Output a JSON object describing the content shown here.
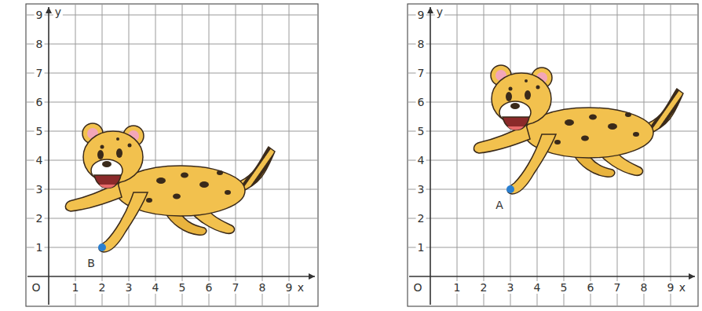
{
  "diagram": {
    "labels": [
      "y",
      "9",
      "8",
      "7",
      "6",
      "5",
      "4",
      "3",
      "2",
      "1",
      "O",
      "1",
      "2",
      "3",
      "4",
      "5",
      "6",
      "7",
      "8",
      "9",
      "x",
      "B",
      "y",
      "9",
      "8",
      "7",
      "6",
      "5",
      "4",
      "3",
      "2",
      "1",
      "O",
      "1",
      "2",
      "3",
      "4",
      "5",
      "6",
      "7",
      "8",
      "9",
      "x",
      "A"
    ]
  }
}
